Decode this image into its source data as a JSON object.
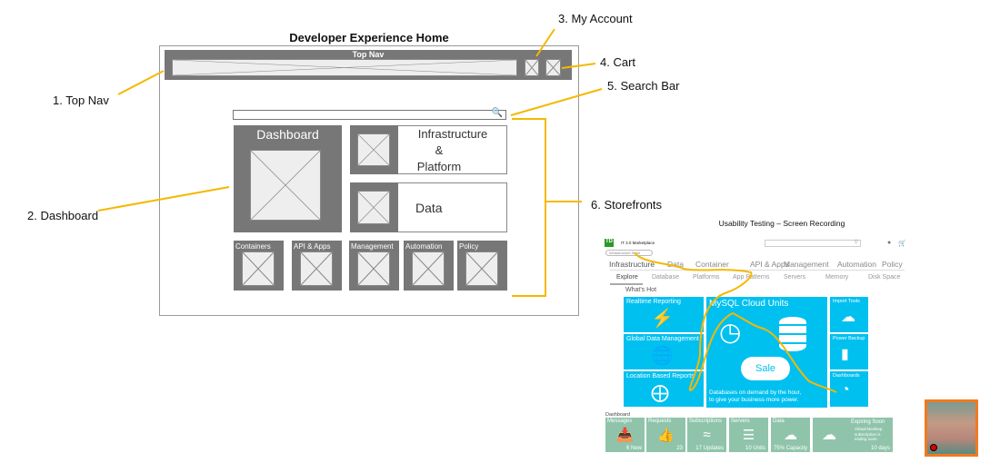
{
  "wireframe": {
    "title": "Developer Experience Home",
    "top_nav_label": "Top Nav",
    "dashboard_label": "Dashboard",
    "infra_label_lines": [
      "Infrastructure",
      "&",
      "Platform"
    ],
    "data_label": "Data",
    "small_tiles": [
      "Containers",
      "API & Apps",
      "Management",
      "Automation",
      "Policy"
    ],
    "search_icon": "magnifier-icon"
  },
  "annotations": {
    "top_nav": "1. Top Nav",
    "dashboard": "2. Dashboard",
    "my_account": "3. My Account",
    "cart": "4. Cart",
    "search_bar": "5. Search Bar",
    "storefronts": "6. Storefronts"
  },
  "accent_color": "#f5b800",
  "recording": {
    "title": "Usability Testing – Screen Recording",
    "brand": "TD",
    "app_name": "IT 3.0 Marketplace",
    "store_button": "Infrastructure Store",
    "main_tabs": [
      "Infrastructure",
      "Data",
      "Container",
      "API & Apps",
      "Management",
      "Automation",
      "Policy"
    ],
    "sub_tabs": [
      "Explore",
      "Database",
      "Platforms",
      "App Patterns",
      "Servers",
      "Memory",
      "Disk Space"
    ],
    "section_title": "What's Hot",
    "hot_left": [
      "Realtime Reporting",
      "Global Data Management",
      "Location Based Reports"
    ],
    "feature": {
      "title": "MySQL Cloud Units",
      "badge": "Sale",
      "caption_lines": [
        "Databases on demand by the hour,",
        "to give your business more power."
      ]
    },
    "hot_right": [
      "Import Tools",
      "Power Backup",
      "Dashboards"
    ],
    "dashboard_title": "Dashboard",
    "dashboard_tiles": [
      {
        "title": "Messages",
        "value": "6 New"
      },
      {
        "title": "Requests",
        "value": "23"
      },
      {
        "title": "Subscriptions",
        "value": "17 Updates"
      },
      {
        "title": "Servers",
        "value": "10 Units"
      },
      {
        "title": "Data",
        "value": "75% Capacity"
      }
    ],
    "expiring": {
      "title": "Expiring Soon",
      "lines": [
        "Virtual Desktop",
        "subscription is",
        "ending soon."
      ],
      "value": "10 days"
    }
  }
}
